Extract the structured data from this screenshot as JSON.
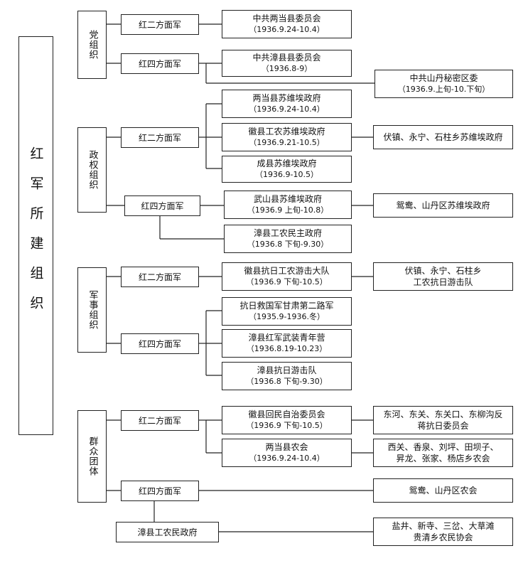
{
  "root": "红军所建组织",
  "categories": {
    "party": "党组织",
    "government": "政权组织",
    "military": "军事组织",
    "mass": "群众团体"
  },
  "armies": {
    "second": "红二方面军",
    "fourth": "红四方面军"
  },
  "party": {
    "lidang": {
      "name": "中共两当县委员会",
      "date": "（1936.9.24-10.4）"
    },
    "zhangxian": {
      "name": "中共漳县县委员会",
      "date": "（1936.8-9）"
    },
    "shandan": {
      "name": "中共山丹秘密区委",
      "date": "（1936.9.上旬-10.下旬）"
    }
  },
  "government": {
    "lidang": {
      "name": "两当县苏维埃政府",
      "date": "（1936.9.24-10.4）"
    },
    "huixian": {
      "name": "徽县工农苏维埃政府",
      "date": "（1936.9.21-10.5）"
    },
    "huixian_sub": "伏镇、永宁、石柱乡苏维埃政府",
    "chengxian": {
      "name": "成县苏维埃政府",
      "date": "（1936.9-10.5）"
    },
    "wushan": {
      "name": "武山县苏维埃政府",
      "date": "（1936.9 上旬-10.8）"
    },
    "wushan_sub": "鸳鸯、山丹区苏维埃政府",
    "zhangxian": {
      "name": "漳县工农民主政府",
      "date": "（1936.8 下旬-9.30）"
    }
  },
  "military": {
    "huixian": {
      "name": "徽县抗日工农游击大队",
      "date": "（1936.9 下旬-10.5）"
    },
    "huixian_sub": {
      "line1": "伏镇、永宁、石柱乡",
      "line2": "工农抗日游击队"
    },
    "gansu": {
      "name": "抗日救国军甘肃第二路军",
      "date": "（1935.9-1936.冬）"
    },
    "youth": {
      "name": "漳县红军武装青年营",
      "date": "（1936.8.19-10.23）"
    },
    "guerrilla": {
      "name": "漳县抗日游击队",
      "date": "（1936.8 下旬-9.30）"
    }
  },
  "mass": {
    "hui": {
      "name": "徽县回民自治委员会",
      "date": "（1936.9 下旬-10.5）"
    },
    "hui_sub": {
      "line1": "东河、东关、东关口、东柳沟反",
      "line2": "蒋抗日委员会"
    },
    "farmers": {
      "name": "两当县农会",
      "date": "（1936.9.24-10.4）"
    },
    "farmers_sub": {
      "line1": "西关、香泉、刘坪、田坝子、",
      "line2": "昇龙、张家、杨店乡农会"
    },
    "yuanyang": "鸳鸯、山丹区农会",
    "zhanggov": "漳县工农民政府",
    "yanjing": {
      "line1": "盐井、新寺、三岔、大草滩",
      "line2": "贵清乡农民协会"
    }
  }
}
